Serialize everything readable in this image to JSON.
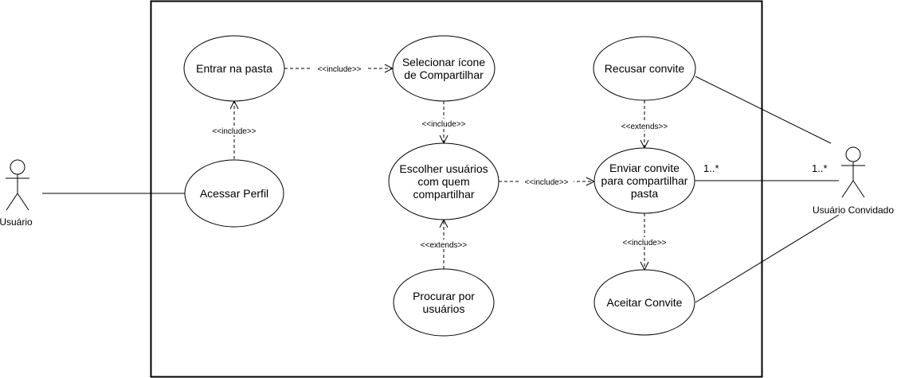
{
  "actors": {
    "usuario": "Usuário",
    "convidado": "Usuário Convidado"
  },
  "use_cases": {
    "entrar_pasta": [
      "Entrar na pasta"
    ],
    "acessar_perfil": [
      "Acessar Perfil"
    ],
    "selecionar_icone": [
      "Selecionar ícone",
      "de Compartilhar"
    ],
    "escolher_usuarios": [
      "Escolher usuários",
      "com quem",
      "compartilhar"
    ],
    "procurar_usuarios": [
      "Procurar por",
      "usuários"
    ],
    "recusar_convite": [
      "Recusar convite"
    ],
    "enviar_convite": [
      "Enviar convite",
      "para compartilhar",
      "pasta"
    ],
    "aceitar_convite": [
      "Aceitar Convite"
    ]
  },
  "relations": {
    "include_entrar_selecionar": "<<include>>",
    "include_perfil_entrar": "<<include>>",
    "include_selecionar_escolher": "<<include>>",
    "include_escolher_enviar": "<<include>>",
    "extends_procurar_escolher": "<<extends>>",
    "extends_recusar_enviar": "<<extends>>",
    "include_enviar_aceitar": "<<include>>"
  },
  "multiplicity": {
    "enviar_side": "1..*",
    "convidado_side": "1..*"
  },
  "colors": {
    "stroke": "#000000",
    "background": "#ffffff"
  }
}
